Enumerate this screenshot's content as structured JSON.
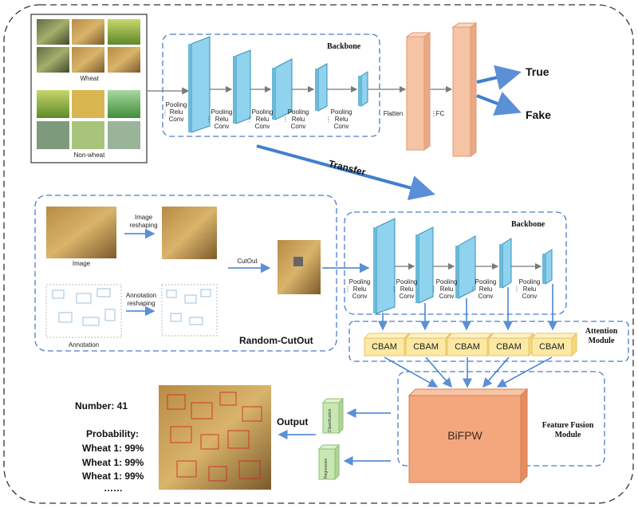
{
  "top": {
    "panel_wheat_label": "Wheat",
    "panel_nonwheat_label": "Non-wheat",
    "backbone_title": "Backbone",
    "layer_labels": [
      "Pooling",
      "Relu",
      "Conv"
    ],
    "flatten_label": "Flatten",
    "fc_label": "FC",
    "output_true": "True",
    "output_fake": "Fake"
  },
  "transfer_label": "Transfer",
  "cutout_panel": {
    "image_label": "Image",
    "image_reshaping": "Image reshaping",
    "annotation_label": "Annotation",
    "annotation_reshaping": "Annotation reshaping",
    "cutout_label": "CutOut",
    "title": "Random-CutOut"
  },
  "lower_backbone_title": "Backbone",
  "attention": {
    "title": "Attention Module",
    "blocks": [
      "CBAM",
      "CBAM",
      "CBAM",
      "CBAM",
      "CBAM"
    ]
  },
  "fusion": {
    "bifpw_label": "BiFPW",
    "title": "Feature Fusion Module",
    "classification_label": "Classification",
    "regression_label": "Regression"
  },
  "output_label": "Output",
  "results": {
    "number": "Number: 41",
    "probability_title": "Probability:",
    "lines": [
      "Wheat 1: 99%",
      "Wheat 1: 99%",
      "Wheat 1: 99%"
    ],
    "ellipsis": "……"
  },
  "colors": {
    "dashed_blue": "#4a7ec8",
    "conv_blue": "#8fd3ee",
    "fc_orange": "#f5c4a4",
    "cbam_yellow": "#fde9a3",
    "bifpw_orange": "#f4a77d",
    "arrow_blue": "#3f7fcf",
    "small_green": "#c9e7b3"
  }
}
